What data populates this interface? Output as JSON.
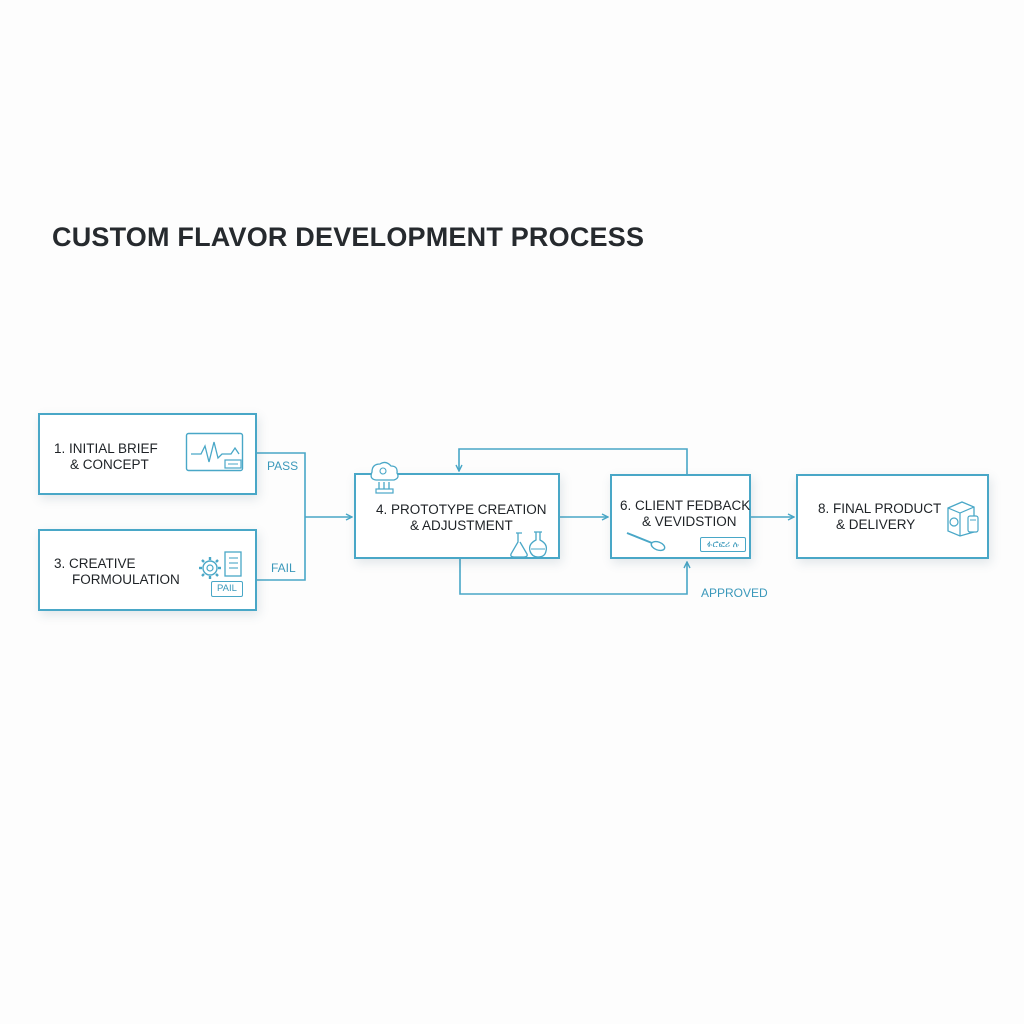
{
  "title": "CUSTOM FLAVOR DEVELOPMENT PROCESS",
  "nodes": {
    "step1": {
      "line1": "1. INITIAL BRIEF",
      "line2": "& CONCEPT",
      "icon": "monitor-waveform-icon"
    },
    "step3": {
      "line1": "3. CREATIVE",
      "line2": "FORMOULATION",
      "tag": "PAIL",
      "icon": "gear-checklist-icon"
    },
    "step4": {
      "line1": "4. PROTOTYPE CREATION",
      "line2": "& ADJUSTMENT",
      "icon": "flask-icon"
    },
    "step6": {
      "line1": "6. CLIENT FEDBACK",
      "line2": "& VEVIDSTION",
      "tag": "ፉሮፎሪ ሉ",
      "icon": "spoon-icon"
    },
    "step8": {
      "line1": "8. FINAL PRODUCT",
      "line2": "& DELIVERY",
      "icon": "package-icon"
    }
  },
  "edge_labels": {
    "pass": "PASS",
    "fail": "FAIL",
    "approved": "APPROVED"
  },
  "colors": {
    "accent": "#49a7c7",
    "accent_text": "#3a98ba",
    "title": "#262a2e",
    "node_text": "#1e2226"
  }
}
